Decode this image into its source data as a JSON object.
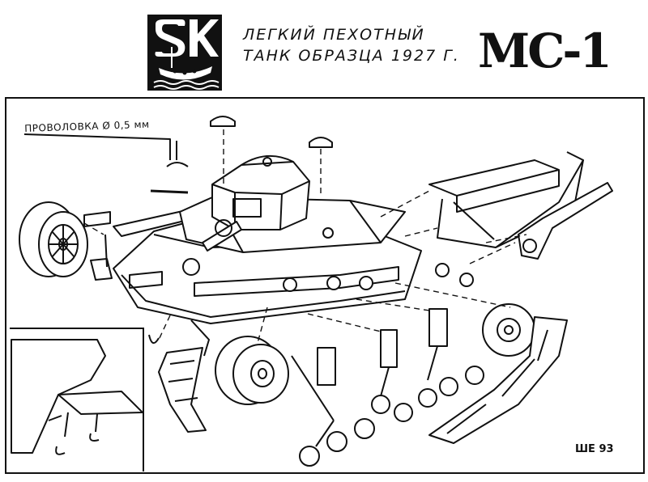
{
  "header": {
    "title_line1": "ЛЕГКИЙ ПЕХОТНЫЙ",
    "title_line2": "ТАНК ОБРАЗЦА 1927 Г.",
    "model_name": "МС-1"
  },
  "callouts": {
    "wire_label": "ПРОВОЛОВКА Ø 0,5 мм"
  },
  "signature": "ШЕ 93",
  "colors": {
    "ink": "#111111",
    "paper": "#ffffff"
  }
}
